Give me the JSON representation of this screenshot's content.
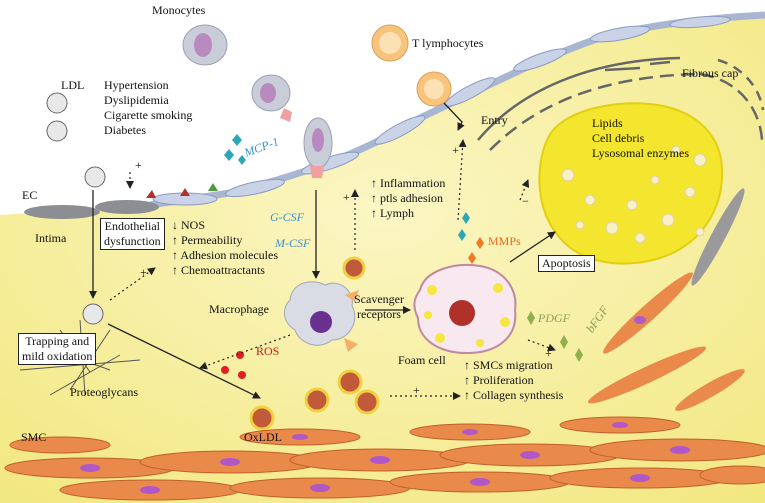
{
  "labels": {
    "monocytes": "Monocytes",
    "t_lymphocytes": "T lymphocytes",
    "ldl": "LDL",
    "risk_factors": [
      "Hypertension",
      "Dyslipidemia",
      "Cigarette smoking",
      "Diabetes"
    ],
    "ec": "EC",
    "intima": "Intima",
    "endothelial_dysfunction": [
      "Endothelial",
      "dysfunction"
    ],
    "dysfunction_effects": [
      "↓ NOS",
      "↑ Permeability",
      "↑ Adhesion molecules",
      "↑ Chemoattractants"
    ],
    "mcp1": "MCP-1",
    "gcsf": "G-CSF",
    "mcsf": "M-CSF",
    "entry": "Entry",
    "inflammation_effects": [
      "↑ Inflammation",
      "↑ ptls adhesion",
      "↑ Lymph"
    ],
    "fibrous_cap": "Fibrous cap",
    "core_contents": [
      "Lipids",
      "Cell debris",
      "Lysosomal enzymes"
    ],
    "mmps": "MMPs",
    "apoptosis": "Apoptosis",
    "macrophage": "Macrophage",
    "scavenger_receptors": [
      "Scavenger",
      "receptors"
    ],
    "trapping": [
      "Trapping and",
      "mild oxidation"
    ],
    "ros": "ROS",
    "foam_cell": "Foam cell",
    "pdgf": "PDGF",
    "bfgf": "bFGF",
    "smc_effects": [
      "↑ SMCs migration",
      "↑ Proliferation",
      "↑ Collagen synthesis"
    ],
    "proteoglycans": "Proteoglycans",
    "oxldl": "OxLDL",
    "smc": "SMC",
    "plus": "+",
    "minus": "−"
  },
  "colors": {
    "intima_fill": "#f6ef9c",
    "lumen": "#ffffff",
    "smc_fill": "#e98a4a",
    "smc_nucleus": "#b058c8",
    "monocyte": "#c9cdd8",
    "t_lymph": "#f8c47c",
    "ldl_particle": "#b5332a",
    "core": "#f5ea30",
    "mcp1_marker": "#2aa8b8",
    "ros": "#e02020",
    "growth_factor": "#8fb04a",
    "mmp_marker": "#f07a20"
  }
}
